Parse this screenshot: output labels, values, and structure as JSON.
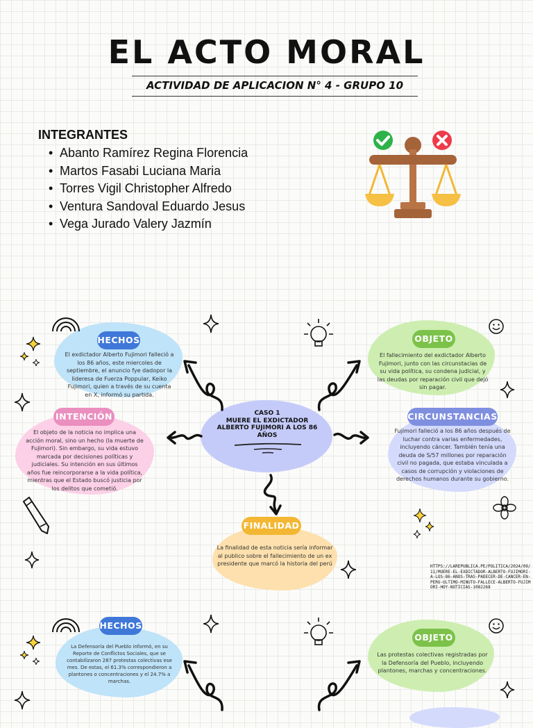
{
  "header": {
    "title": "EL ACTO MORAL",
    "subtitle": "ACTIVIDAD DE APLICACION N° 4 - GRUPO 10"
  },
  "members": {
    "heading": "INTEGRANTES",
    "items": [
      "Abanto Ramírez Regina Florencia",
      "Martos Fasabi Luciana Maria",
      "Torres Vigil Christopher Alfredo",
      "Ventura Sandoval Eduardo Jesus",
      "Vega Jurado Valery Jazmín"
    ]
  },
  "case1": {
    "center": "CASO 1\nMUERE EL EXDICTADOR\nALBERTO FUJIMORI A LOS 86\nAÑOS",
    "hechos": {
      "label": "HECHOS",
      "text": "El exdictador Alberto Fujimori falleció a los 86 años, este miercoles de septiembre, el anuncio fye dadopor la lideresa de Fuerza Poppular, Keiko Fujimori, quien a través de su cuenta en X, informó su partida."
    },
    "objeto": {
      "label": "OBJETO",
      "text": "El fallecimiento del exdictador Alberto Fujimori, junto con las circunstacias de su vida política, su condena judicial, y las deudas por reparación civil que dejó sin pagar."
    },
    "intencion": {
      "label": "INTENCIÓN",
      "text": "El objeto de la noticia no implica una acción moral, sino un hecho (la muerte de Fujimori). Sin embargo, su vida estuvo marcada por decisiones políticas y judiciales. Su intención en sus últimos años fue reincorporarse a la vida política, mientras que el Estado buscó justicia por los delitos que cometió."
    },
    "circunstancias": {
      "label": "CIRCUNSTANCIAS",
      "text": "Fujimori falleció a los 86 años después de luchar contra varias enfermedades, incluyendo cáncer. También tenía una deuda de S/57 millones por reparación civil no pagada, que estaba vinculada a casos de corrupción y violaciones de derechos humanos durante su gobierno."
    },
    "finalidad": {
      "label": "FINALIDAD",
      "text": "La finalidad de esta noticia sería informar al publico sobre el fallecimiento de un ex presidente que marcó la historia del perú"
    },
    "source": "HTTPS://LAREPUBLICA.PE/POLITICA/2024/09/11/MUERE-EL-EXDICTADOR-ALBERTO-FUJIMORI-A-LOS-86-ANOS-TRAS-PADECER-DE-CANCER-EN-PERU-ULTIMO-MINUTO-FALLECE-ALBERTO-FUJIMORI-HOY-NOTICIAS-1082268"
  },
  "case2": {
    "hechos": {
      "label": "HECHOS",
      "text": "La Defensoría del Pueblo informó, en su Reporte de Conflictos Sociales, que se contabilizaron 287 protestas colectivas ese mes. De estas, el 61.3% correspondieron a plantones o concentraciones y el 24.7% a marchas."
    },
    "objeto": {
      "label": "OBJETO",
      "text": "Las protestas colectivas registradas por la Defensoría del Pueblo, incluyendo plantones, marchas y concentraciones."
    }
  },
  "colors": {
    "blue_pill": "#3f78d8",
    "green_pill": "#7cc24a",
    "pink_pill": "#ea8fbf",
    "lavender_pill": "#7f8fe0",
    "orange_pill": "#f3b733",
    "check": "#2db34a",
    "cross": "#ee3b4a"
  },
  "icons": [
    "balance-scale-icon",
    "check-icon",
    "cross-icon",
    "rainbow-icon",
    "lightbulb-icon",
    "smiley-icon",
    "pencil-icon",
    "flower-icon",
    "sparkle-icon",
    "curved-arrow-icon"
  ]
}
